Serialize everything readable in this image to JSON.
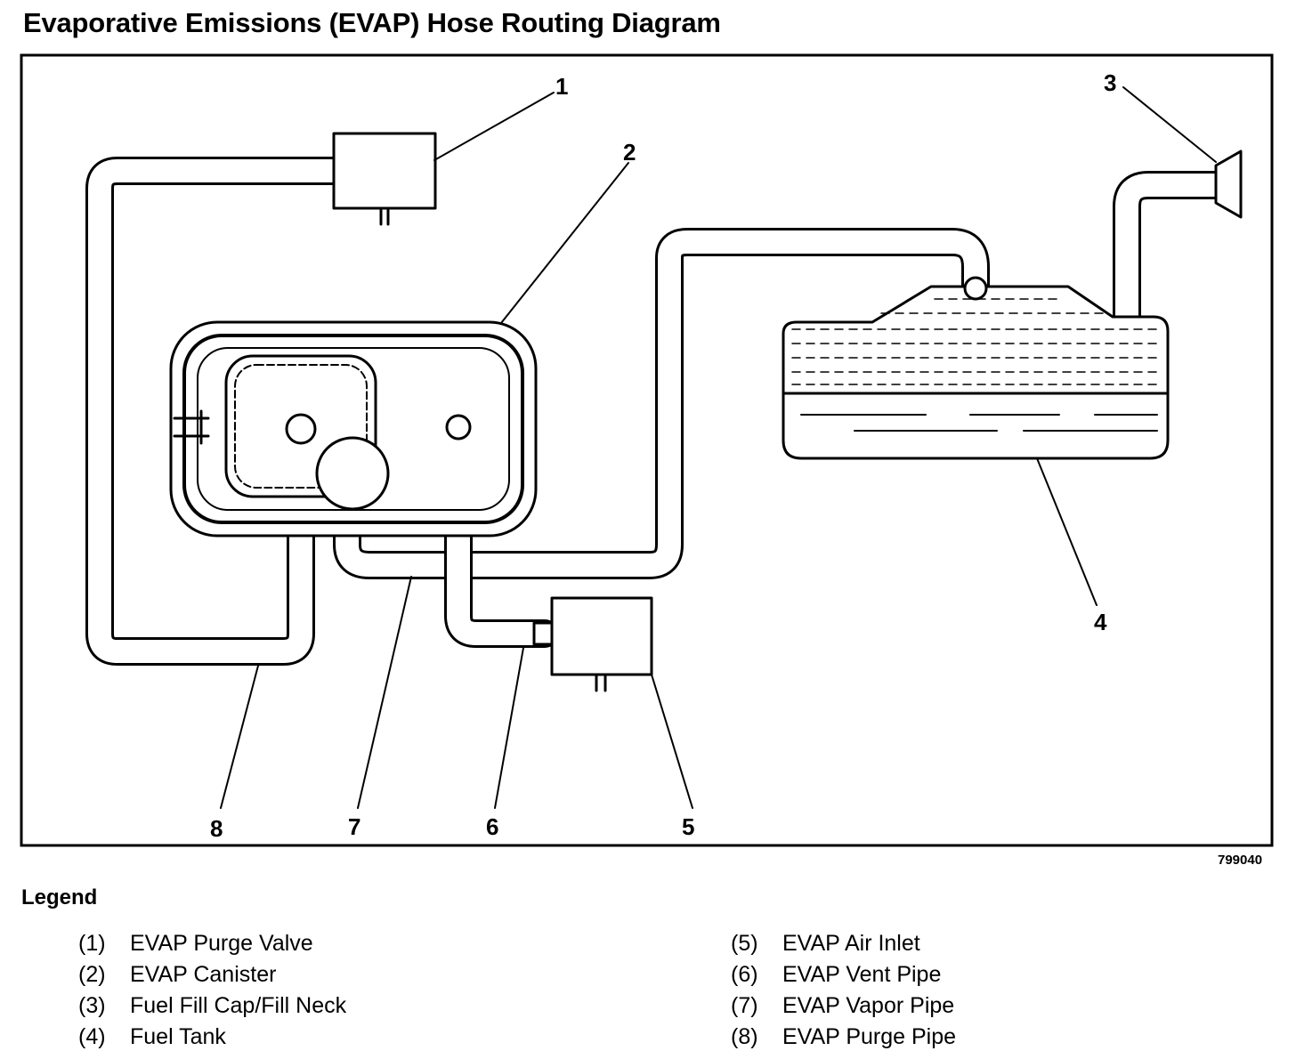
{
  "title": "Evaporative Emissions (EVAP) Hose Routing Diagram",
  "figure_id": "799040",
  "callouts": [
    "1",
    "2",
    "3",
    "4",
    "5",
    "6",
    "7",
    "8"
  ],
  "legend": {
    "title": "Legend",
    "items": [
      {
        "num": "(1)",
        "label": "EVAP Purge Valve"
      },
      {
        "num": "(2)",
        "label": "EVAP Canister"
      },
      {
        "num": "(3)",
        "label": "Fuel Fill Cap/Fill Neck"
      },
      {
        "num": "(4)",
        "label": "Fuel Tank"
      },
      {
        "num": "(5)",
        "label": "EVAP Air Inlet"
      },
      {
        "num": "(6)",
        "label": "EVAP Vent Pipe"
      },
      {
        "num": "(7)",
        "label": "EVAP Vapor Pipe"
      },
      {
        "num": "(8)",
        "label": "EVAP Purge Pipe"
      }
    ]
  }
}
